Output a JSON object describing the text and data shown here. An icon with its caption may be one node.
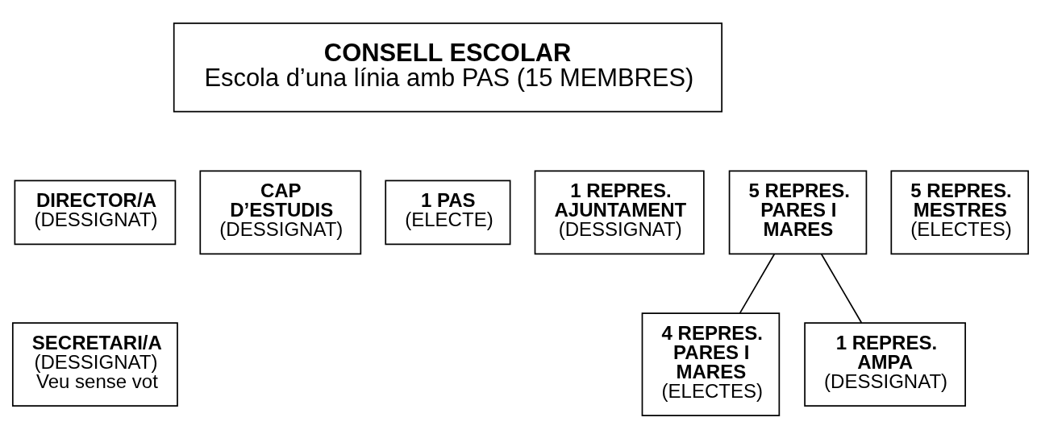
{
  "diagram": {
    "nodes": [
      {
        "text": [
          "CONSELL ESCOLAR",
          "Escola d’una línia amb PAS (15 MEMBRES)"
        ]
      },
      {
        "text": [
          "DIRECTOR/A",
          "(DESSIGNAT)"
        ]
      },
      {
        "text": [
          "CAP D’ESTUDIS",
          "(DESSIGNAT)"
        ]
      },
      {
        "text": [
          "1 PAS",
          "(ELECTE)"
        ]
      },
      {
        "text": [
          "1 REPRES. AJUNTAMENT",
          "(DESSIGNAT)"
        ]
      },
      {
        "text": [
          "5 REPRES. PARES I MARES"
        ]
      },
      {
        "text": [
          "5 REPRES. MESTRES",
          "(ELECTES)"
        ]
      },
      {
        "text": [
          "SECRETARI/A",
          "(DESSIGNAT)",
          "Veu sense vot"
        ]
      },
      {
        "text": [
          "1 REPRES. AMPA",
          "(DESSIGNAT)"
        ]
      },
      {
        "text": [
          "4 REPRES. PARES I MARES",
          "(ELECTES)"
        ]
      }
    ],
    "edges": [
      {
        "from": 5,
        "to": 8,
        "arrow": "none"
      },
      {
        "from": 5,
        "to": 9,
        "arrow": "none"
      }
    ]
  }
}
